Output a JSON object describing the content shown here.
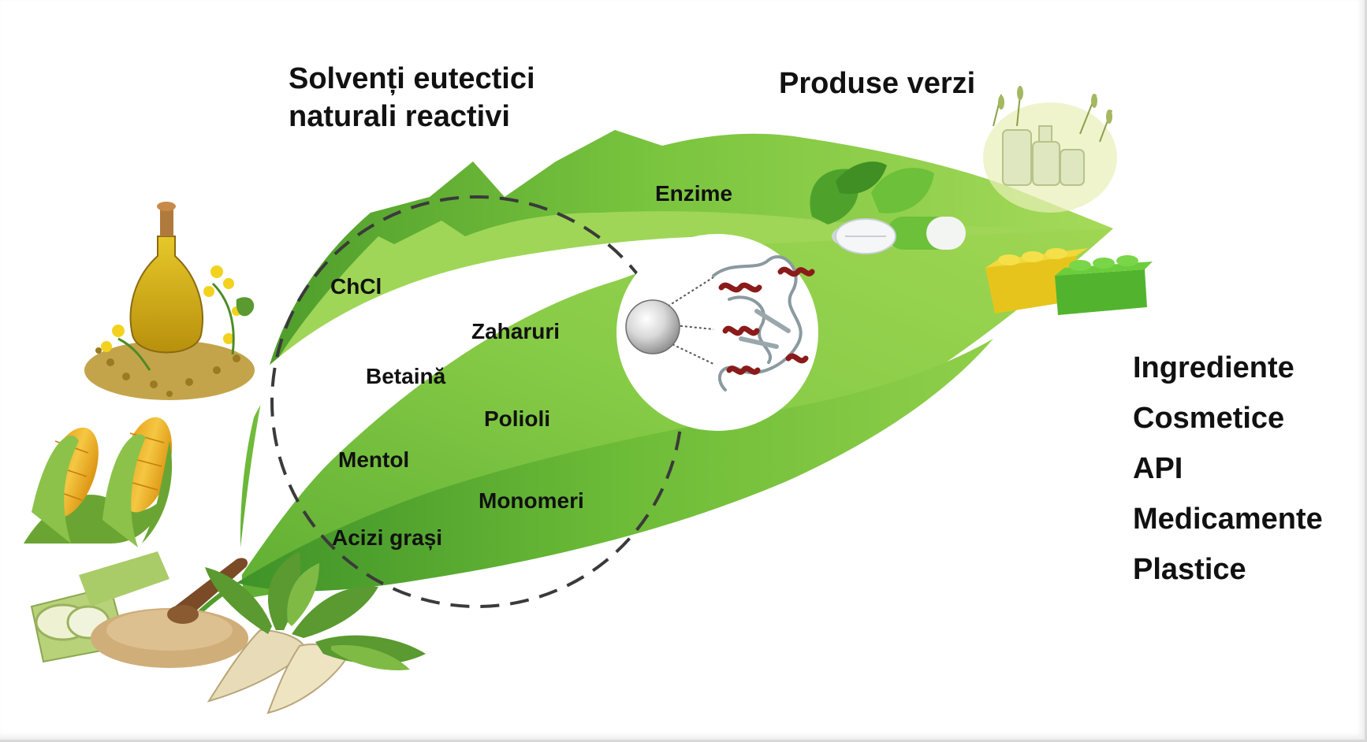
{
  "title_left": {
    "line1": "Solvenți eutectici",
    "line2": "naturali reactivi"
  },
  "title_right": "Produse verzi",
  "inner_labels": {
    "enzime": "Enzime",
    "chcl": "ChCl",
    "zaharuri": "Zaharuri",
    "betaina": "Betaină",
    "polioli": "Polioli",
    "mentol": "Mentol",
    "monomeri": "Monomeri",
    "acizi": "Acizi grași"
  },
  "products": [
    "Ingrediente",
    "Cosmetice",
    "API",
    "Medicamente",
    "Plastice"
  ],
  "colors": {
    "leaf_light": "#a8d85a",
    "leaf_mid": "#72bd3a",
    "leaf_dark": "#3d9428",
    "text": "#111111",
    "protein": "#8b1a1a"
  },
  "icons": {
    "top_left": "oil-bottle-rapeseed-icon",
    "mid_left": "corn-cobs-icon",
    "bottom_left": "sugarcane-and-sugar-icon",
    "bottom_center": "sugar-beet-icon",
    "top_center": "green-pills-leaves-icon",
    "top_right": "cosmetic-bottles-herbs-icon",
    "right": "building-blocks-icon",
    "center": "immobilized-enzyme-icon"
  }
}
